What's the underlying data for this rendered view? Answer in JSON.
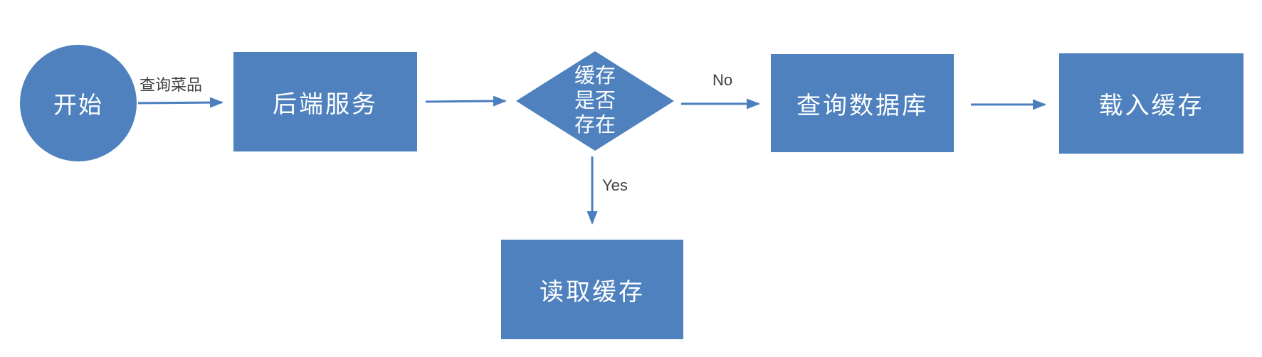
{
  "flowchart": {
    "title": "cache query flow",
    "colors": {
      "shape_fill": "#4e81bd",
      "shape_text": "#ffffff",
      "arrow": "#4a7ebd",
      "edge_label_text": "#404040",
      "background": "#ffffff"
    },
    "nodes": {
      "start": {
        "type": "circle",
        "label": "开始"
      },
      "backend": {
        "type": "rect",
        "label": "后端服务"
      },
      "cache_check": {
        "type": "diamond",
        "label": "缓存是否存在",
        "lines": [
          "缓存",
          "是否",
          "存在"
        ]
      },
      "query_db": {
        "type": "rect",
        "label": "查询数据库"
      },
      "load_cache": {
        "type": "rect",
        "label": "载入缓存"
      },
      "read_cache": {
        "type": "rect",
        "label": "读取缓存"
      }
    },
    "edges": {
      "start_to_backend": {
        "from": "start",
        "to": "backend",
        "label": "查询菜品"
      },
      "backend_to_cache": {
        "from": "backend",
        "to": "cache_check",
        "label": ""
      },
      "cache_no_to_query_db": {
        "from": "cache_check",
        "to": "query_db",
        "label": "No"
      },
      "query_db_to_load": {
        "from": "query_db",
        "to": "load_cache",
        "label": ""
      },
      "cache_yes_to_read": {
        "from": "cache_check",
        "to": "read_cache",
        "label": "Yes"
      }
    }
  }
}
